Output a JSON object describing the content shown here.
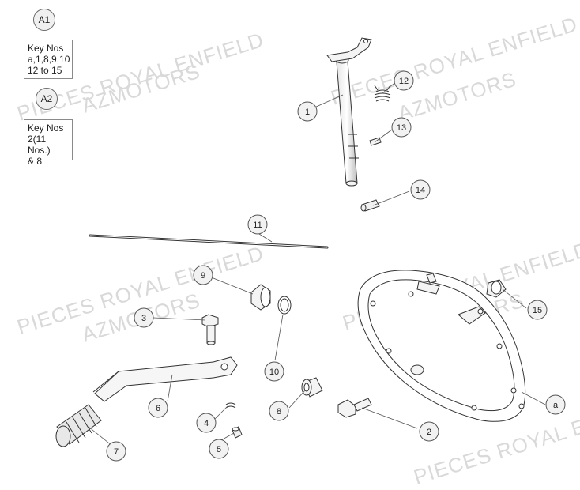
{
  "watermarks": [
    {
      "text": "PIECES ROYAL ENFIELD"
    },
    {
      "text": "AZMOTORS"
    }
  ],
  "groups": [
    {
      "badge": "A1",
      "lines": [
        "Key Nos",
        "a,1,8,9,10",
        "12 to 15"
      ]
    },
    {
      "badge": "A2",
      "lines": [
        "Key Nos",
        "2(11 Nos.)",
        "& 8"
      ]
    }
  ],
  "callouts": {
    "c1": "1",
    "c2": "2",
    "c3": "3",
    "c4": "4",
    "c5": "5",
    "c6": "6",
    "c7": "7",
    "c8": "8",
    "c9": "9",
    "c10": "10",
    "c11": "11",
    "c12": "12",
    "c13": "13",
    "c14": "14",
    "c15": "15",
    "ca": "a"
  }
}
